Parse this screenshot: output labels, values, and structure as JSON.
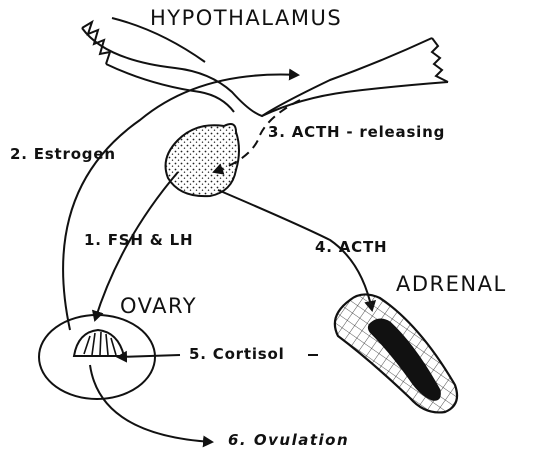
{
  "labels": {
    "hypothalamus": "HYPOTHALAMUS",
    "ovary": "OVARY",
    "adrenal": "ADRENAL"
  },
  "arrows": {
    "step1": "1. FSH & LH",
    "step2": "2. Estrogen",
    "step3": "3. ACTH - releasing",
    "step4": "4. ACTH",
    "step5": "5. Cortisol",
    "step6": "6. Ovulation"
  },
  "colors": {
    "ink": "#111111"
  }
}
